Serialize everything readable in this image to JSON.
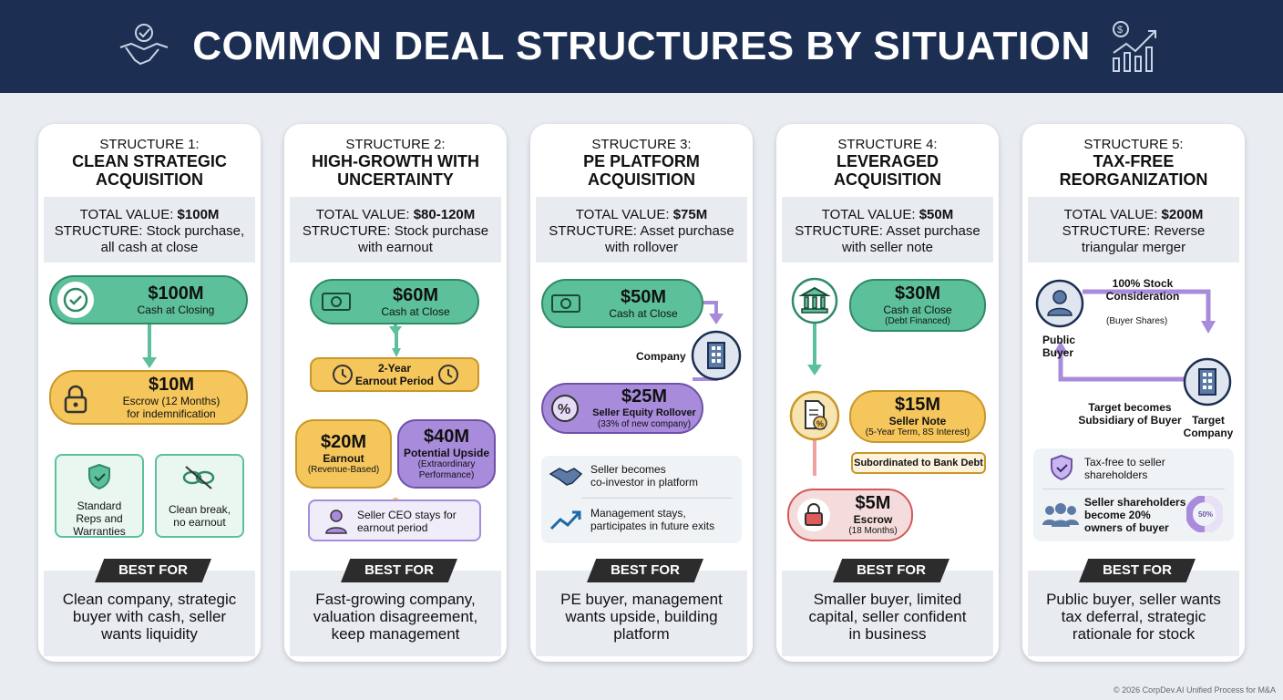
{
  "title": "COMMON DEAL STRUCTURES BY SITUATION",
  "best_for_label": "BEST FOR",
  "copyright": "© 2026 CorpDev.AI Unified Process for M&A",
  "cards": [
    {
      "label": "STRUCTURE 1:",
      "title": [
        "CLEAN STRATEGIC",
        "ACQUISITION"
      ],
      "total_prefix": "TOTAL VALUE:",
      "total_value": "$100M",
      "structure_prefix": "STRUCTURE:",
      "structure_text": "Stock purchase,",
      "structure_text2": "all cash at close",
      "nodes": [
        {
          "amount": "$100M",
          "sub": "Cash at Closing"
        },
        {
          "amount": "$10M",
          "sub": "Escrow (12 Months)",
          "sub2": "for indemnification"
        }
      ],
      "boxes": [
        "Standard",
        "Reps and",
        "Warranties",
        "Clean break,",
        "no earnout"
      ],
      "best_for": [
        "Clean company, strategic",
        "buyer with cash, seller",
        "wants liquidity"
      ]
    },
    {
      "label": "STRUCTURE 2:",
      "title": [
        "HIGH-GROWTH WITH",
        "UNCERTAINTY"
      ],
      "total_prefix": "TOTAL VALUE:",
      "total_value": "$80-120M",
      "structure_prefix": "STRUCTURE:",
      "structure_text": "Stock purchase",
      "structure_text2": "with earnout",
      "nodes": [
        {
          "amount": "$60M",
          "sub": "Cash at Close"
        },
        {
          "amount": "2-Year",
          "sub": "Earnout Period"
        },
        {
          "amount": "$20M",
          "sub": "Earnout",
          "sub2": "(Revenue-Based)"
        },
        {
          "amount": "$40M",
          "sub": "Potential Upside",
          "sub2": "(Extraordinary",
          "sub3": "Performance)"
        }
      ],
      "boxes": [
        "Seller CEO stays for",
        "earnout period"
      ],
      "best_for": [
        "Fast-growing company,",
        "valuation disagreement,",
        "keep management"
      ]
    },
    {
      "label": "STRUCTURE 3:",
      "title": [
        "PE PLATFORM",
        "ACQUISITION"
      ],
      "total_prefix": "TOTAL VALUE:",
      "total_value": "$75M",
      "structure_prefix": "STRUCTURE:",
      "structure_text": "Asset purchase",
      "structure_text2": "with rollover",
      "nodes": [
        {
          "amount": "$50M",
          "sub": "Cash at Close"
        },
        {
          "amount": "Company"
        },
        {
          "amount": "$25M",
          "sub": "Seller Equity Rollover",
          "sub2": "(33% of new company)"
        }
      ],
      "boxes": [
        "Seller becomes",
        "co-investor in platform",
        "Management stays,",
        "participates in future exits"
      ],
      "best_for": [
        "PE buyer, management",
        "wants upside, building",
        "platform"
      ]
    },
    {
      "label": "STRUCTURE 4:",
      "title": [
        "LEVERAGED",
        "ACQUISITION"
      ],
      "total_prefix": "TOTAL VALUE:",
      "total_value": "$50M",
      "structure_prefix": "STRUCTURE:",
      "structure_text": "Asset purchase",
      "structure_text2": "with seller note",
      "nodes": [
        {
          "amount": "$30M",
          "sub": "Cash at Close",
          "sub2": "(Debt Financed)"
        },
        {
          "amount": "$15M",
          "sub": "Seller Note",
          "sub2": "(5-Year Term, 8S Interest)"
        },
        {
          "amount": "Subordinated to Bank Debt"
        },
        {
          "amount": "$5M",
          "sub": "Escrow",
          "sub2": "(18 Months)"
        }
      ],
      "boxes": [],
      "best_for": [
        "Smaller buyer, limited",
        "capital, seller confident",
        "in business"
      ]
    },
    {
      "label": "STRUCTURE 5:",
      "title": [
        "TAX-FREE",
        "REORGANIZATION"
      ],
      "total_prefix": "TOTAL VALUE:",
      "total_value": "$200M",
      "structure_prefix": "STRUCTURE:",
      "structure_text": "Reverse",
      "structure_text2": "triangular merger",
      "nodes": [
        {
          "amount": "100% Stock",
          "sub": "Consideration"
        },
        {
          "amount": "(Buyer Shares)"
        },
        {
          "amount": "Public",
          "sub": "Buyer"
        },
        {
          "amount": "Target becomes",
          "sub": "Subsidiary of Buyer"
        },
        {
          "amount": "Target",
          "sub": "Company"
        }
      ],
      "boxes": [
        "Tax-free to seller",
        "shareholders",
        "Seller shareholders",
        "become 20%",
        "owners of buyer",
        "50%"
      ],
      "best_for": [
        "Public buyer, seller wants",
        "tax deferral, strategic",
        "rationale for stock"
      ]
    }
  ]
}
